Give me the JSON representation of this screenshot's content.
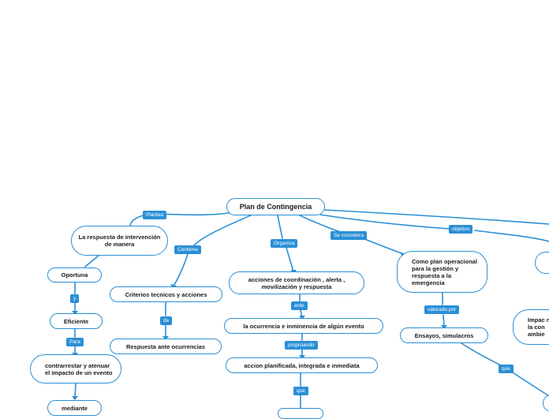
{
  "map": {
    "root": "Plan de Contingencia",
    "nodes": {
      "respuesta_intervencion": "La respuesta  de intervención de manera",
      "oportuna": "Oportuna",
      "eficiente": "Eficiente",
      "contrarrestar": "contrarrestar y atenuar el impacto de un evento",
      "mediante": "mediante",
      "criterios": "Criterios tecnicos y acciones",
      "respuesta_ocurrencias": "Respuesta ante ocurrencias",
      "acciones_coordinacion": "acciones de coordinación , alerta , movilización y respuesta",
      "ocurrencia": "la ocurrencia e inminencia de algún evento",
      "accion_planificada": "accion planificada, integrada e inmediata",
      "como_plan": "Como plan operacional para la gestión y respuesta a la emergencia",
      "ensayos": "Ensayos, simulacros",
      "impacto": "Impac negat la con ambie"
    },
    "labels": {
      "plantea": "Plantea",
      "contiene": "Contiene",
      "organiza": "Organiza",
      "se_considera": "Se considera",
      "objetivo": "objetivo",
      "y": "y",
      "para": "Para",
      "de": "de",
      "ante": "ante",
      "propiciando": "propiciando",
      "que_1": "que",
      "valorado_por": "valorado por",
      "que_2": "que"
    }
  }
}
